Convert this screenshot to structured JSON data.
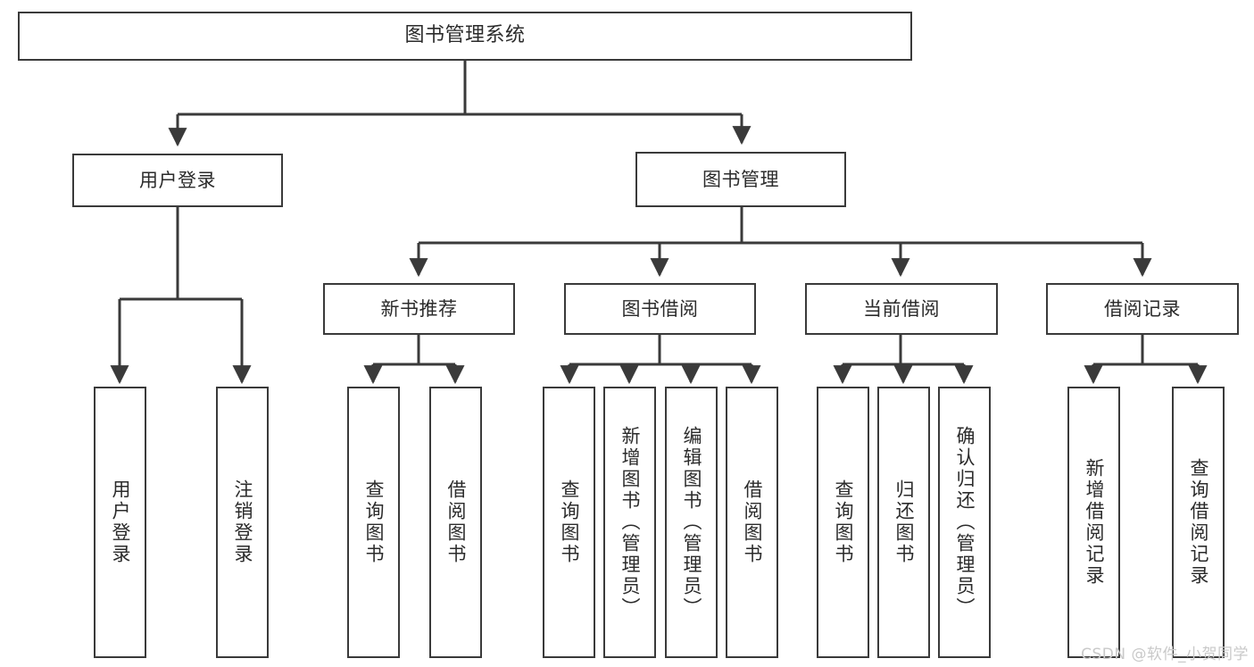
{
  "diagram": {
    "title": "图书管理系统",
    "root": {
      "label": "图书管理系统"
    },
    "level2": [
      {
        "label": "用户登录"
      },
      {
        "label": "图书管理"
      }
    ],
    "level3": [
      {
        "label": "新书推荐"
      },
      {
        "label": "图书借阅"
      },
      {
        "label": "当前借阅"
      },
      {
        "label": "借阅记录"
      }
    ],
    "leaves": {
      "user_login": [
        {
          "label": "用户登录"
        },
        {
          "label": "注销登录"
        }
      ],
      "new_book_recommend": [
        {
          "label": "查询图书"
        },
        {
          "label": "借阅图书"
        }
      ],
      "book_borrow": [
        {
          "label": "查询图书"
        },
        {
          "label": "新增图书（管理员）"
        },
        {
          "label": "编辑图书（管理员）"
        },
        {
          "label": "借阅图书"
        }
      ],
      "current_borrow": [
        {
          "label": "查询图书"
        },
        {
          "label": "归还图书"
        },
        {
          "label": "确认归还（管理员）"
        }
      ],
      "borrow_record": [
        {
          "label": "新增借阅记录"
        },
        {
          "label": "查询借阅记录"
        }
      ]
    },
    "watermark": "CSDN @软件_小贺同学",
    "colors": {
      "border": "#3a3a3a",
      "text": "#2b2b2b",
      "background": "#ffffff",
      "watermark": "#c9c9c9"
    }
  }
}
